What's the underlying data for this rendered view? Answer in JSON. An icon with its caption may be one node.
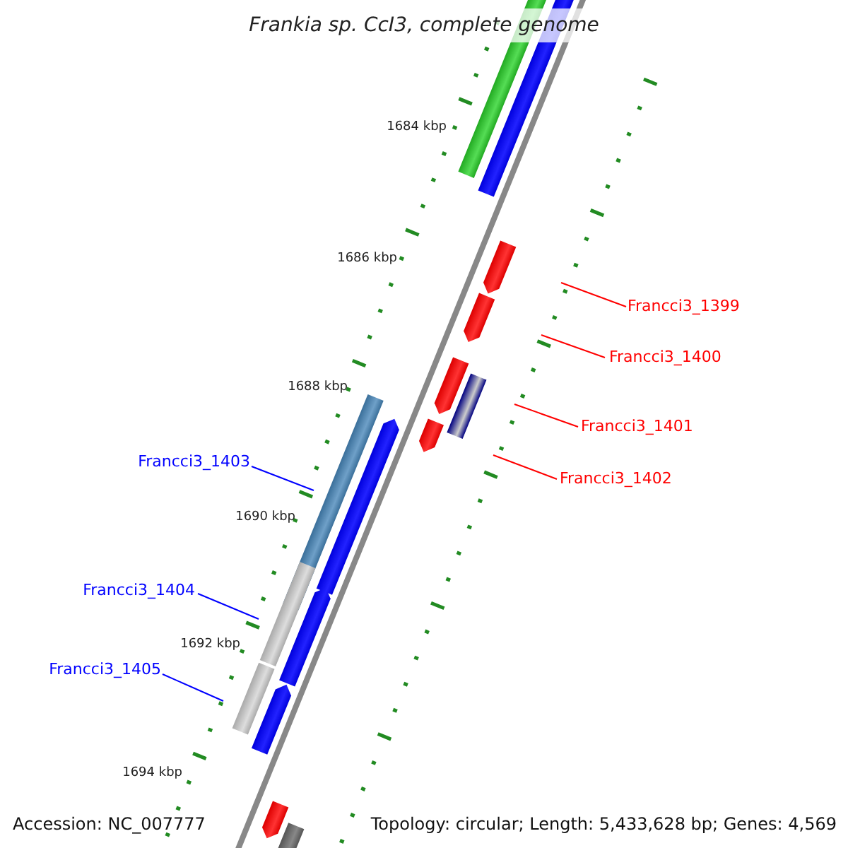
{
  "diagram": {
    "title": "Frankia sp. CcI3, complete genome",
    "nodes": [
      {
        "text": [
          "Francci3_1399"
        ]
      },
      {
        "text": [
          "Francci3_1400"
        ]
      },
      {
        "text": [
          "Francci3_1401"
        ]
      },
      {
        "text": [
          "Francci3_1402"
        ]
      },
      {
        "text": [
          "Francci3_1403"
        ]
      },
      {
        "text": [
          "Francci3_1404"
        ]
      },
      {
        "text": [
          "Francci3_1405"
        ]
      }
    ],
    "edges": [
      {
        "from": 0,
        "to": null,
        "arrow": "none",
        "color": "#ff0000"
      },
      {
        "from": 1,
        "to": null,
        "arrow": "none",
        "color": "#ff0000"
      },
      {
        "from": 2,
        "to": null,
        "arrow": "none",
        "color": "#ff0000"
      },
      {
        "from": 3,
        "to": null,
        "arrow": "none",
        "color": "#ff0000"
      },
      {
        "from": 4,
        "to": null,
        "arrow": "none",
        "color": "#0000ff"
      },
      {
        "from": 5,
        "to": null,
        "arrow": "none",
        "color": "#0000ff"
      },
      {
        "from": 6,
        "to": null,
        "arrow": "none",
        "color": "#0000ff"
      }
    ],
    "labels": [
      "1684 kbp",
      "1686 kbp",
      "1688 kbp",
      "1690 kbp",
      "1692 kbp",
      "1694 kbp",
      "Accession: NC_007777",
      "Topology: circular; Length: 5,433,628 bp; Genes: 4,569"
    ]
  }
}
